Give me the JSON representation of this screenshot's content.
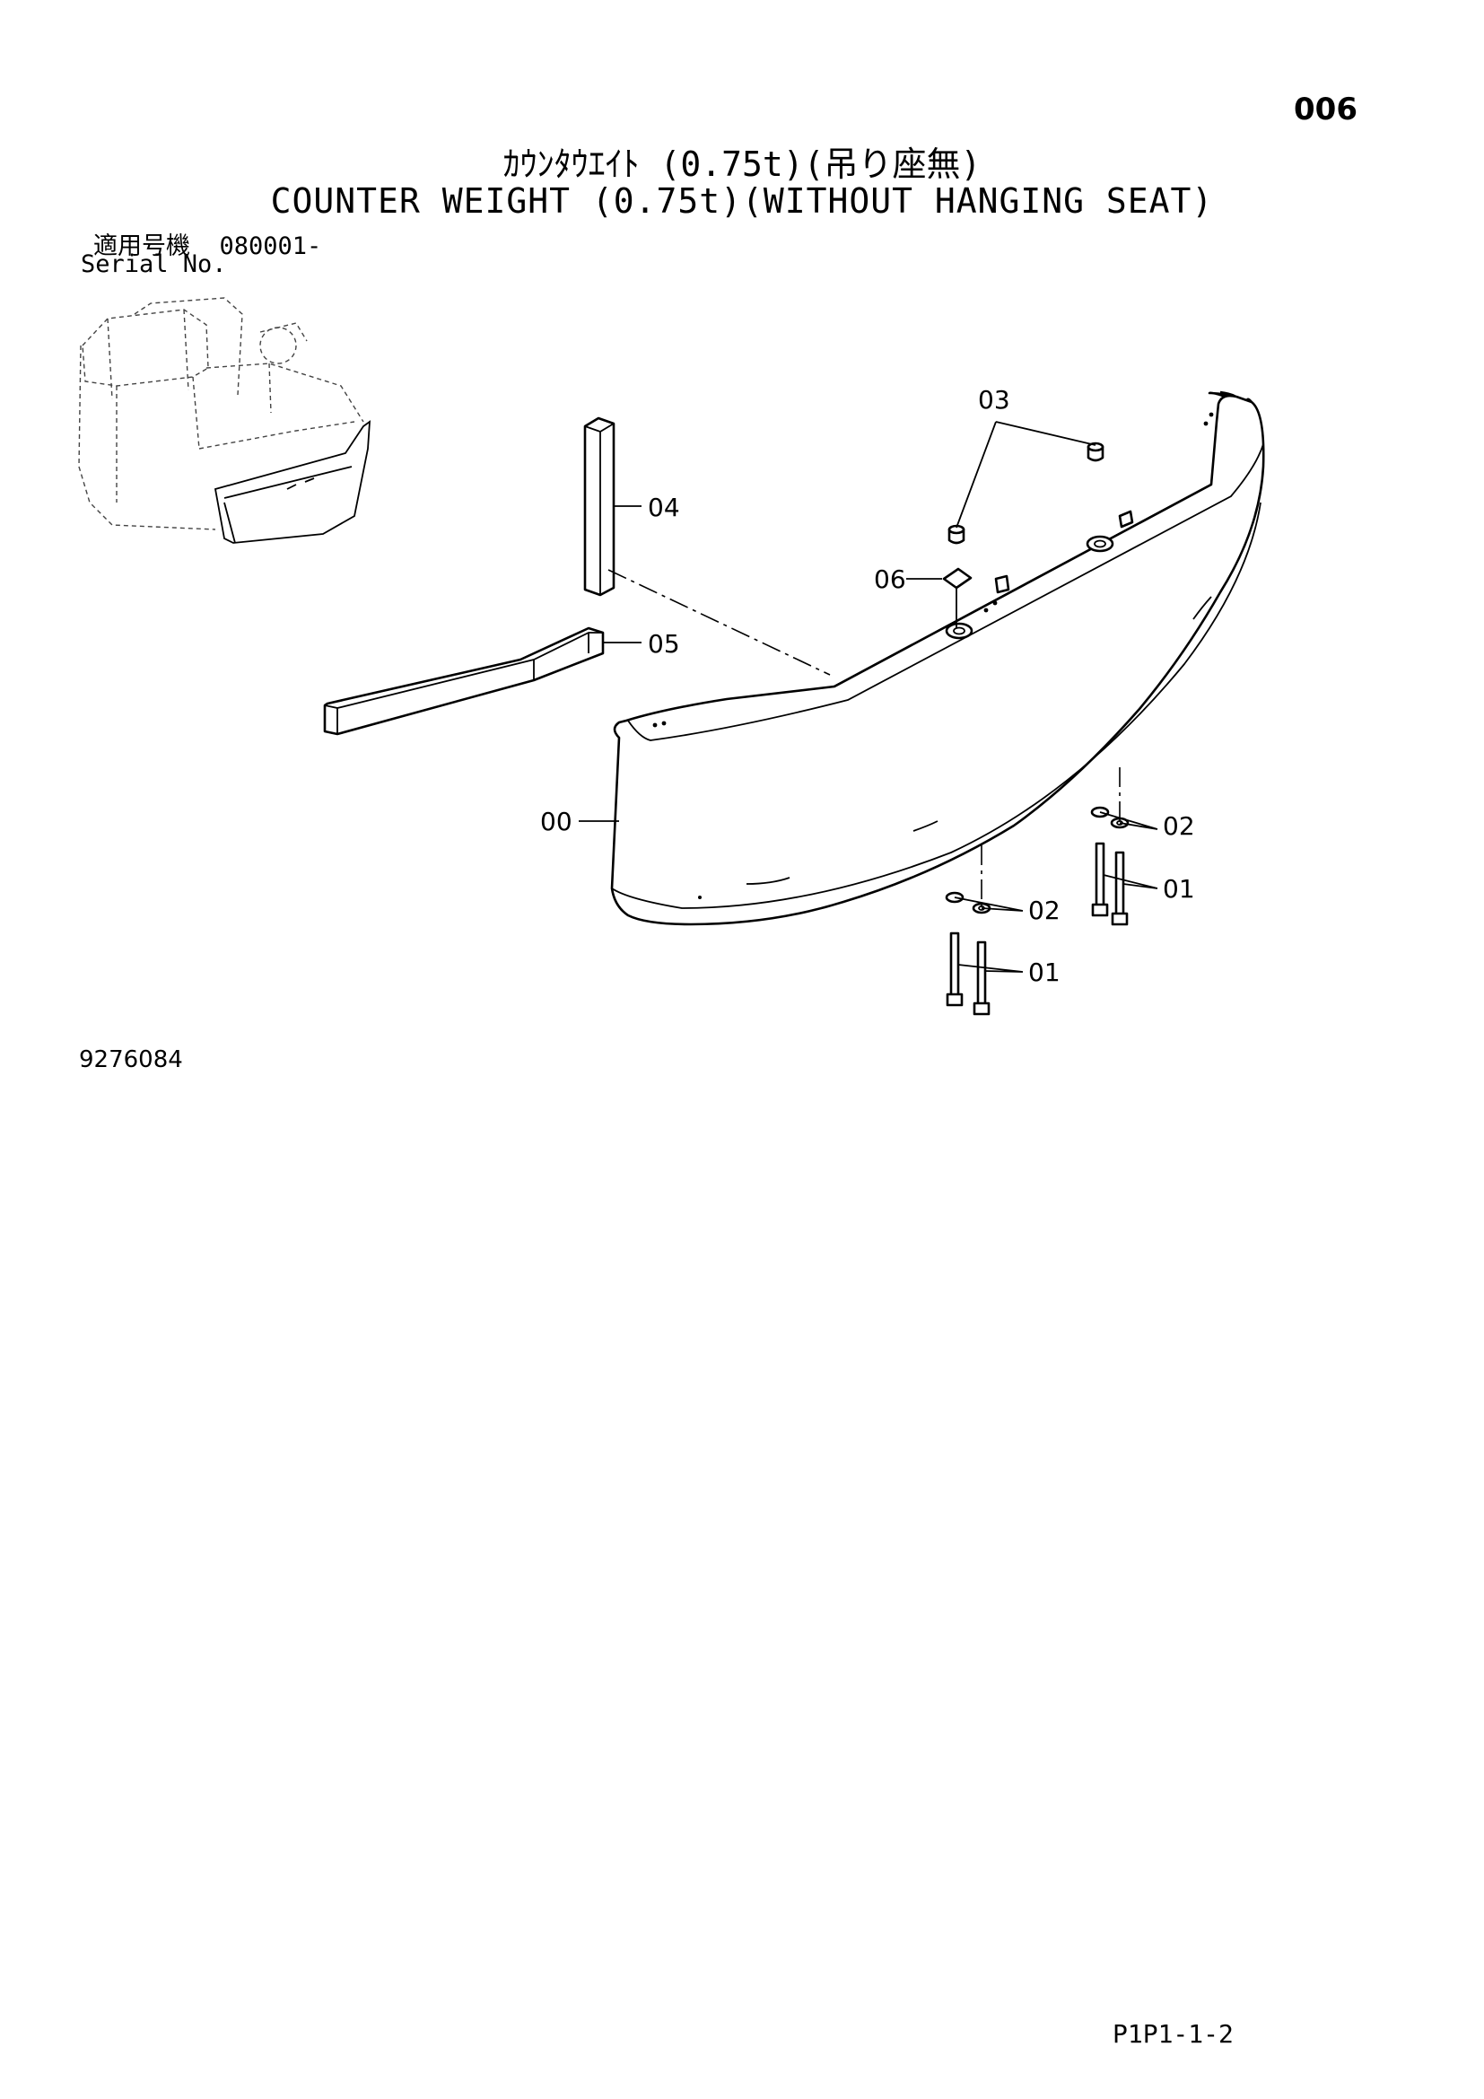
{
  "page_number": "006",
  "title_jp": "ｶｳﾝﾀｳｴｲﾄ (0.75t)(吊り座無)",
  "title_en": "COUNTER WEIGHT (0.75t)(WITHOUT HANGING SEAT)",
  "serial_label_jp": "適用号機",
  "serial_value": "080001-",
  "serial_label_en": "Serial No.",
  "drawing_number": "9276084",
  "page_code": "P1P1-1-2",
  "callouts": {
    "c00": "00",
    "c01a": "01",
    "c01b": "01",
    "c02a": "02",
    "c02b": "02",
    "c03": "03",
    "c04": "04",
    "c05": "05",
    "c06": "06"
  }
}
